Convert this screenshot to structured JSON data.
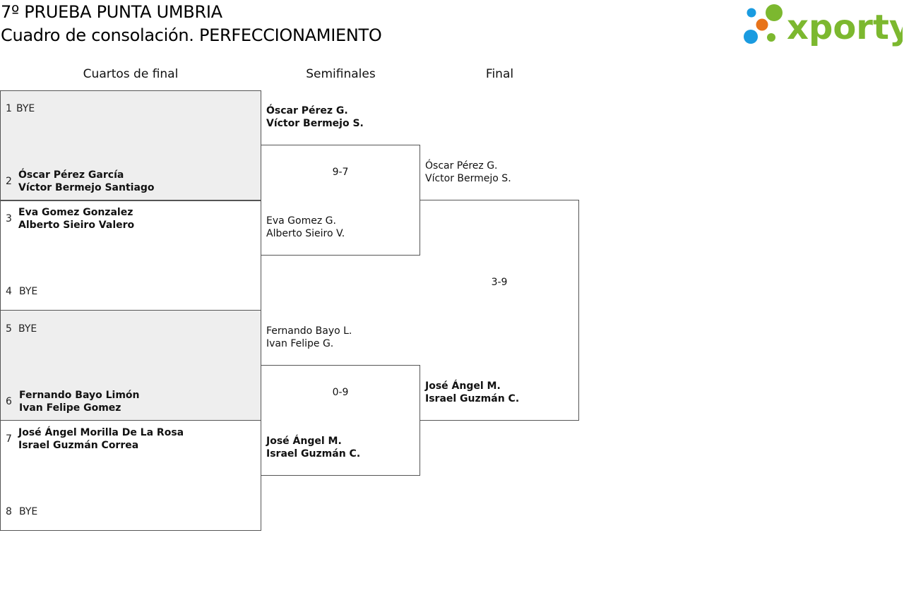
{
  "header": {
    "title_line1": "7º PRUEBA PUNTA UMBRIA",
    "title_line2": "Cuadro de consolación. PERFECCIONAMIENTO",
    "logo_text": "xporty",
    "logo_colors": {
      "green": "#7cb82f",
      "blue": "#1a9be0",
      "orange": "#e8731a"
    }
  },
  "rounds": {
    "quarters": "Cuartos de final",
    "semis": "Semifinales",
    "final": "Final"
  },
  "quarters": [
    {
      "seed_a": "1",
      "name_a": "BYE",
      "seed_b": "2",
      "player_b1": "Óscar Pérez García",
      "player_b2": "Víctor Bermejo Santiago"
    },
    {
      "seed_a": "3",
      "player_a1": "Eva Gomez Gonzalez",
      "player_a2": "Alberto Sieiro Valero",
      "seed_b": "4",
      "name_b": "BYE"
    },
    {
      "seed_a": "5",
      "name_a": "BYE",
      "seed_b": "6",
      "player_b1": "Fernando Bayo Limón",
      "player_b2": "Ivan Felipe Gomez"
    },
    {
      "seed_a": "7",
      "player_a1": "José Ángel Morilla De La Rosa",
      "player_a2": "Israel Guzmán Correa",
      "seed_b": "8",
      "name_b": "BYE"
    }
  ],
  "semis": [
    {
      "p1": "Óscar Pérez G.",
      "p2": "Víctor Bermejo S."
    },
    {
      "p1": "Eva Gomez G.",
      "p2": "Alberto Sieiro V."
    },
    {
      "p1": "Fernando Bayo L.",
      "p2": "Ivan Felipe G."
    },
    {
      "p1": "José Ángel M.",
      "p2": "Israel Guzmán C."
    }
  ],
  "semi_scores": [
    "9-7",
    "0-9"
  ],
  "final": [
    {
      "p1": "Óscar Pérez G.",
      "p2": "Víctor Bermejo S."
    },
    {
      "p1": "José Ángel M.",
      "p2": "Israel Guzmán C."
    }
  ],
  "final_score": "3-9"
}
